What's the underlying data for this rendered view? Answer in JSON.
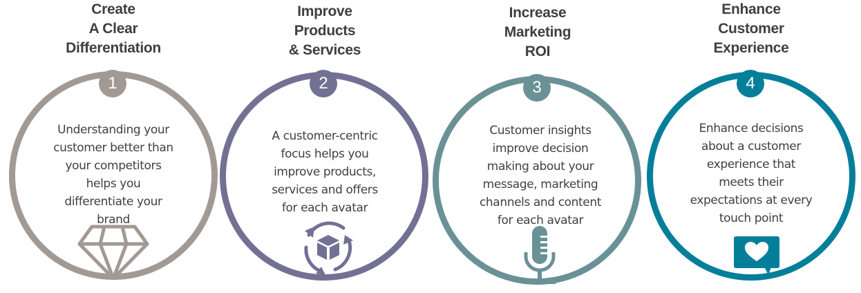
{
  "steps": [
    {
      "number": "1",
      "title_lines": [
        "Create",
        "A Clear",
        "Differentiation"
      ],
      "description_lines": [
        "Understanding your",
        "customer better than",
        "your competitors",
        "helps you",
        "differentiate your",
        "brand"
      ],
      "icon": "diamond-icon",
      "color": "#a39994"
    },
    {
      "number": "2",
      "title_lines": [
        "Improve",
        "Products",
        "& Services"
      ],
      "description_lines": [
        "A customer-centric",
        "focus helps you",
        "improve products,",
        "services and offers",
        "for each avatar"
      ],
      "icon": "box-cycle-icon",
      "color": "#727194"
    },
    {
      "number": "3",
      "title_lines": [
        "Increase",
        "Marketing",
        "ROI"
      ],
      "description_lines": [
        "Customer insights",
        "improve decision",
        "making about your",
        "message, marketing",
        "channels and content",
        "for each avatar"
      ],
      "icon": "microphone-icon",
      "color": "#6a9196"
    },
    {
      "number": "4",
      "title_lines": [
        "Enhance",
        "Customer",
        "Experience"
      ],
      "description_lines": [
        "Enhance decisions",
        "about a customer",
        "experience that",
        "meets their",
        "expectations at every",
        "touch point"
      ],
      "icon": "heart-chat-icon",
      "color": "#047f9a"
    }
  ]
}
